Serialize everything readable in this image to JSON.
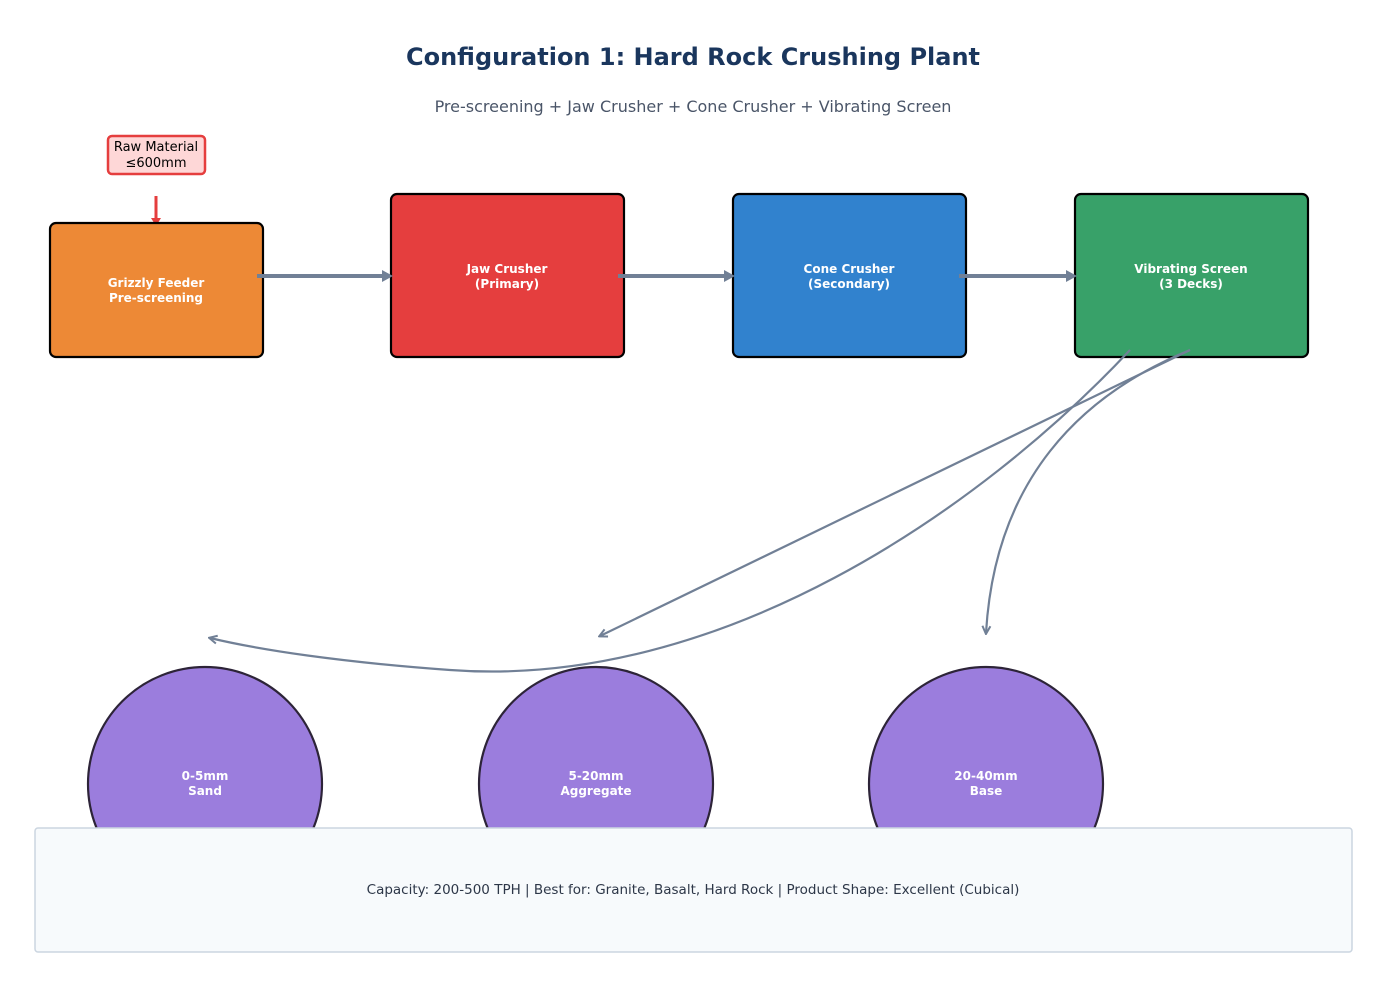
{
  "title": "Configuration 1: Hard Rock Crushing Plant",
  "subtitle": "Pre-screening + Jaw Crusher + Cone Crusher + Vibrating Screen",
  "raw_material": {
    "line1": "Raw Material",
    "line2": "≤600mm"
  },
  "equipment": [
    {
      "line1": "Grizzly Feeder",
      "line2": "Pre-screening",
      "color": "#ed8936"
    },
    {
      "line1": "Jaw Crusher",
      "line2": "(Primary)",
      "color": "#e53e3e"
    },
    {
      "line1": "Cone Crusher",
      "line2": "(Secondary)",
      "color": "#3182ce"
    },
    {
      "line1": "Vibrating Screen",
      "line2": "(3 Decks)",
      "color": "#38a169"
    }
  ],
  "products": [
    {
      "line1": "0-5mm",
      "line2": "Sand"
    },
    {
      "line1": "5-20mm",
      "line2": "Aggregate"
    },
    {
      "line1": "20-40mm",
      "line2": "Base"
    }
  ],
  "footer": "Capacity: 200-500 TPH | Best for: Granite, Basalt, Hard Rock | Product Shape: Excellent (Cubical)",
  "colors": {
    "title": "#1a365d",
    "subtitle": "#4a5568",
    "arrow": "#718096",
    "raw_arrow": "#e53e3e",
    "raw_fill": "#fed7d7",
    "raw_border": "#e53e3e",
    "product_fill": "#9b7ddd",
    "product_border": "#2d2438",
    "footer_fill": "#f7fafc",
    "footer_border": "#cbd5e0",
    "footer_text": "#2d3748"
  }
}
